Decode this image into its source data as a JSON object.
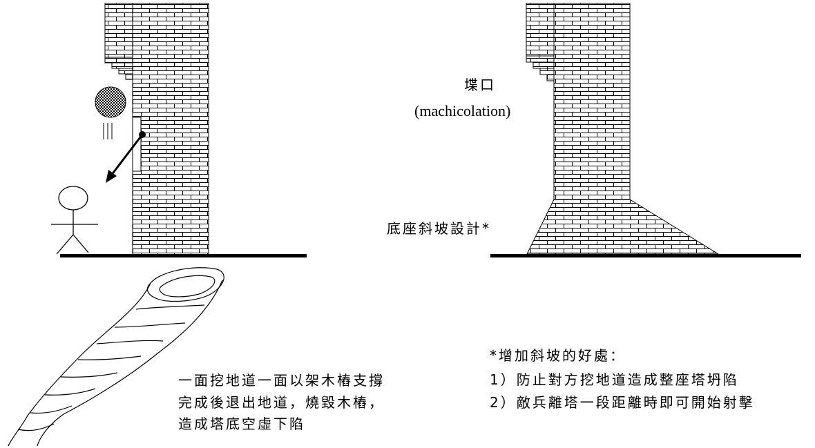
{
  "labels": {
    "machicolation_cn": "堞口",
    "machicolation_en": "(machicolation)",
    "base_slope": "底座斜坡設計*",
    "tunnel_note": [
      "一面挖地道一面以架木樁支撐",
      "完成後退出地道，燒毀木樁，",
      "造成塔底空虛下陷"
    ],
    "benefit_note": [
      "*增加斜坡的好處：",
      "1）防止對方挖地道造成整座塔坍陷",
      "2）敵兵離塔一段距離時即可開始射擊"
    ]
  }
}
